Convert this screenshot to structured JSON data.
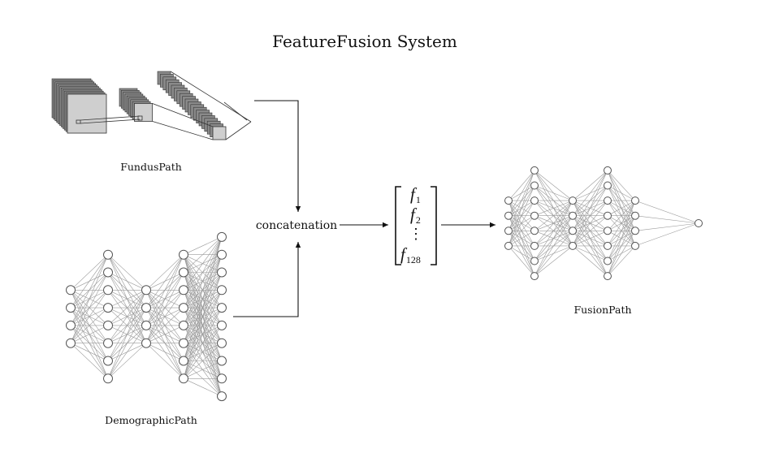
{
  "title": "FeatureFusion System",
  "fundus_label": "FundusPath",
  "demographic_label": "DemographicPath",
  "fusion_label": "FusionPath",
  "concat_label": "concatenation",
  "vector": {
    "f": "f",
    "sub1": "1",
    "sub2": "2",
    "dots": "⋮",
    "sub_last": "128"
  },
  "demographic_network": {
    "layer_sizes": [
      4,
      8,
      4,
      8,
      10
    ]
  },
  "fusion_network": {
    "layer_sizes": [
      4,
      8,
      4,
      8,
      4,
      1
    ]
  },
  "cnn": {
    "stage_count": 3
  },
  "colors": {
    "edge": "#9a9a9a",
    "node_stroke": "#555555",
    "feature_map": "#8a8a8a"
  }
}
